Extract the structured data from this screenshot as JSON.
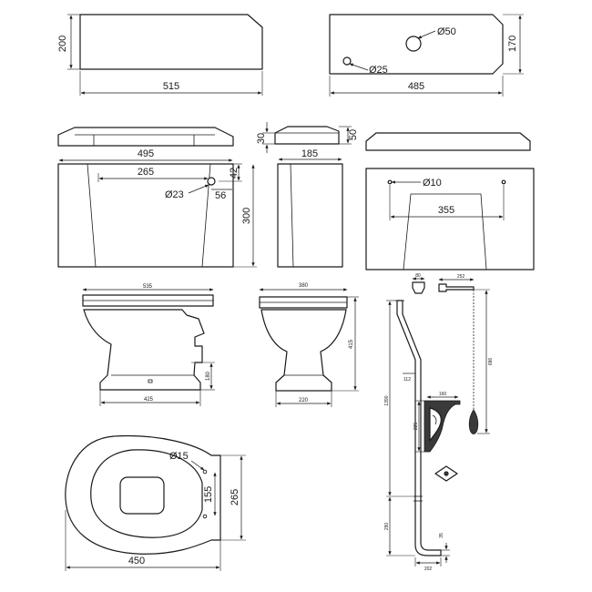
{
  "cistern_lid_front": {
    "height": "200",
    "width": "515"
  },
  "cistern_lid_side": {
    "hole_large": "Ø50",
    "hole_small": "Ø25",
    "height": "170",
    "width": "485"
  },
  "cistern_front": {
    "lid_height": "30",
    "width": "495",
    "hole_spacing": "265",
    "hole_diameter": "Ø23",
    "hole_offset": "56",
    "top_offset": "42",
    "height": "300"
  },
  "cistern_side": {
    "lid_height": "50",
    "depth": "185"
  },
  "cistern_rear": {
    "hole_diameter": "Ø10",
    "hole_spacing": "355"
  },
  "pan_side": {
    "length": "535",
    "outlet_height": "180",
    "base_length": "425"
  },
  "pan_front": {
    "width": "380",
    "height": "415",
    "base_width": "220"
  },
  "pan_plan": {
    "hole_diameter": "Ø15",
    "hole_spacing": "155",
    "depth": "265",
    "width": "450"
  },
  "flush_pipe": {
    "cap_width": "80",
    "bend_offset": "112",
    "length": "1390",
    "bottom_height": "290",
    "outlet_height": "35",
    "outlet_length": "202"
  },
  "bracket": {
    "width": "160",
    "height": "225"
  },
  "pull_chain": {
    "length": "252",
    "drop": "686"
  },
  "colors": {
    "line": "#1a1a1a",
    "background": "#ffffff"
  }
}
